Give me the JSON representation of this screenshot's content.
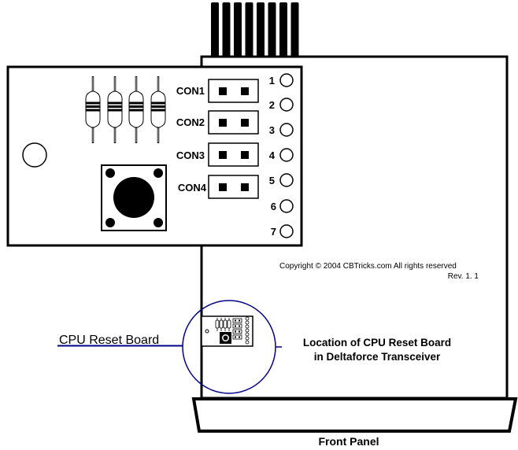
{
  "board": {
    "connectors": [
      {
        "label": "CON1"
      },
      {
        "label": "CON2"
      },
      {
        "label": "CON3"
      },
      {
        "label": "CON4"
      }
    ],
    "pins": [
      "1",
      "2",
      "3",
      "4",
      "5",
      "6",
      "7"
    ],
    "resistor_count": 4
  },
  "copyright": {
    "line1": "Copyright © 2004  CBTricks.com   All rights reserved",
    "line2": "Rev. 1. 1"
  },
  "callouts": {
    "left_label": "CPU Reset Board",
    "right_line1": "Location of CPU Reset Board",
    "right_line2": "in Deltaforce Transceiver"
  },
  "front_panel_label": "Front Panel",
  "colors": {
    "line": "#000000",
    "callout": "#00008b",
    "background": "#ffffff"
  }
}
